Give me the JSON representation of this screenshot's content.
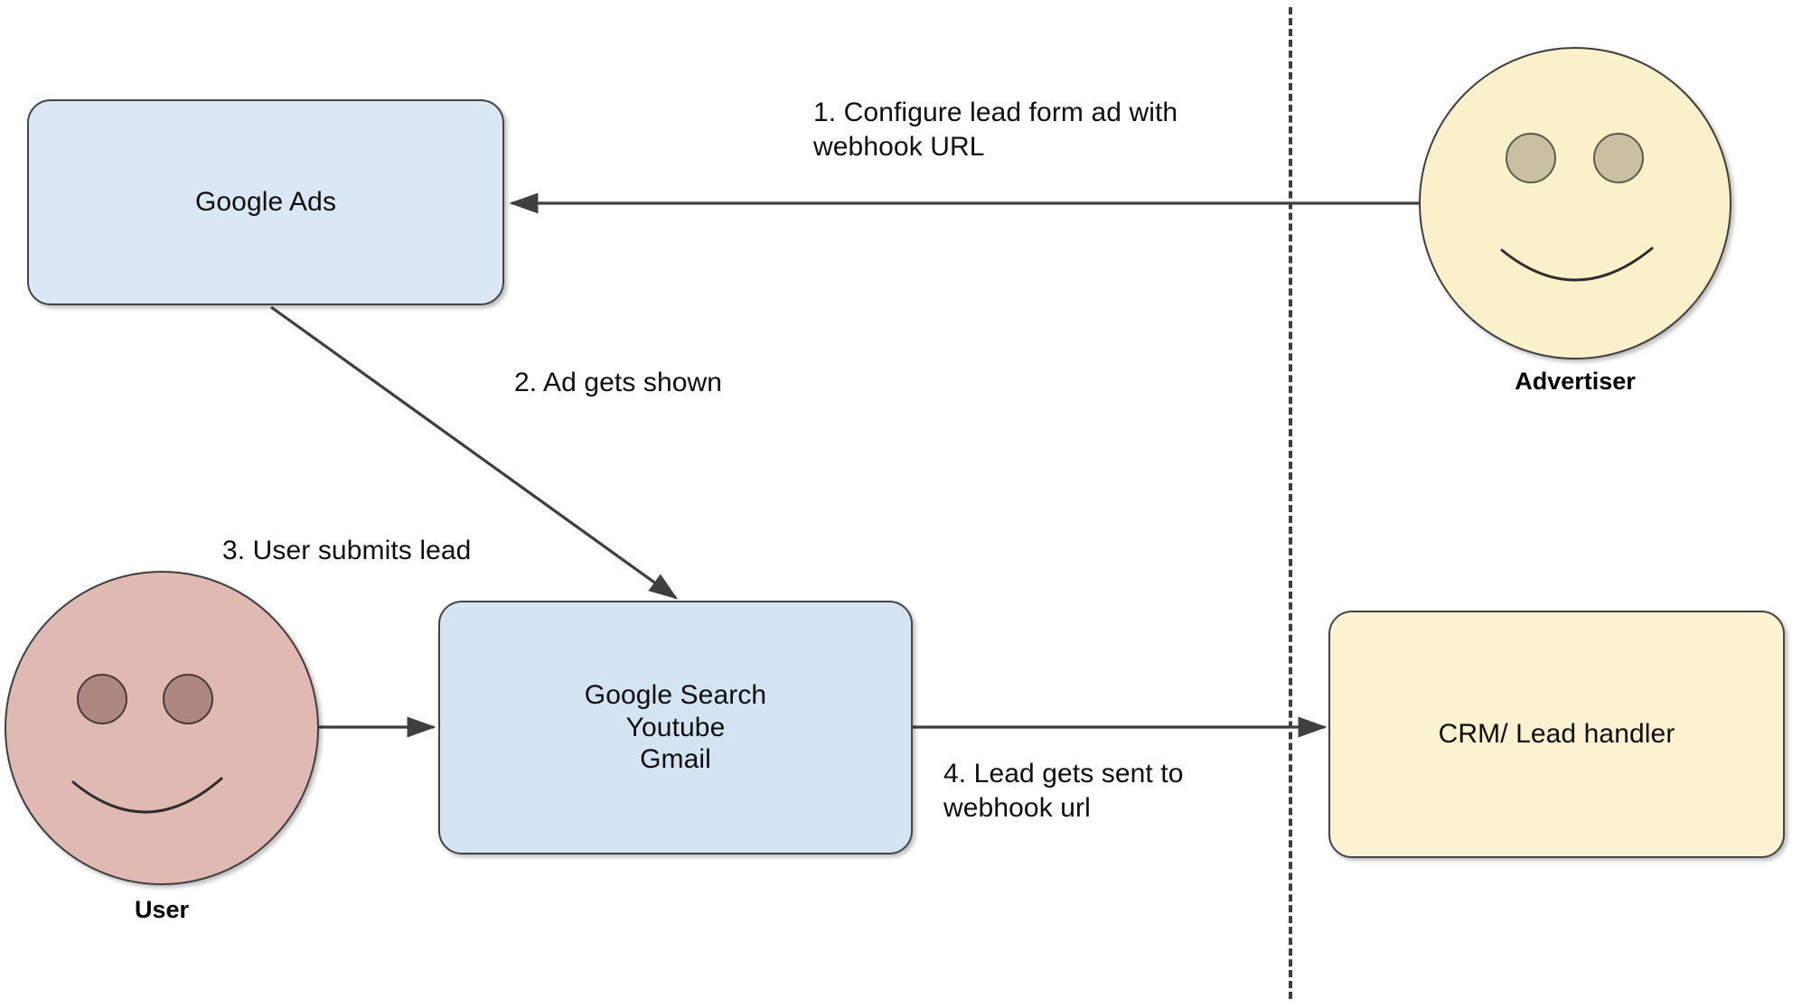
{
  "diagram": {
    "title": "Google Ads lead form webhook flow",
    "colors": {
      "box_blue_fill": "#dae8f5",
      "box_yellow_fill": "#fbf2d2",
      "face_yellow_fill": "#faf0c9",
      "face_rose_fill": "#e0b9b2",
      "face_rose_eye": "#ae8781",
      "face_yellow_eye": "#c8c0a0",
      "stroke": "#444444",
      "divider": "#3d3d3d",
      "text": "#0d0d0d"
    },
    "nodes": {
      "google_ads": {
        "label": "Google Ads"
      },
      "google_properties": {
        "label": "Google Search\nYoutube\nGmail"
      },
      "crm": {
        "label": "CRM/ Lead handler"
      },
      "advertiser": {
        "name": "Advertiser"
      },
      "user": {
        "name": "User"
      }
    },
    "edge_labels": {
      "step1": "1.  Configure lead form ad with\n     webhook URL",
      "step2": "2.  Ad gets shown",
      "step3": "3.  User submits lead",
      "step4": "4.  Lead gets sent to\n     webhook url"
    },
    "divider": {
      "style": "dashed",
      "orientation": "vertical"
    }
  }
}
